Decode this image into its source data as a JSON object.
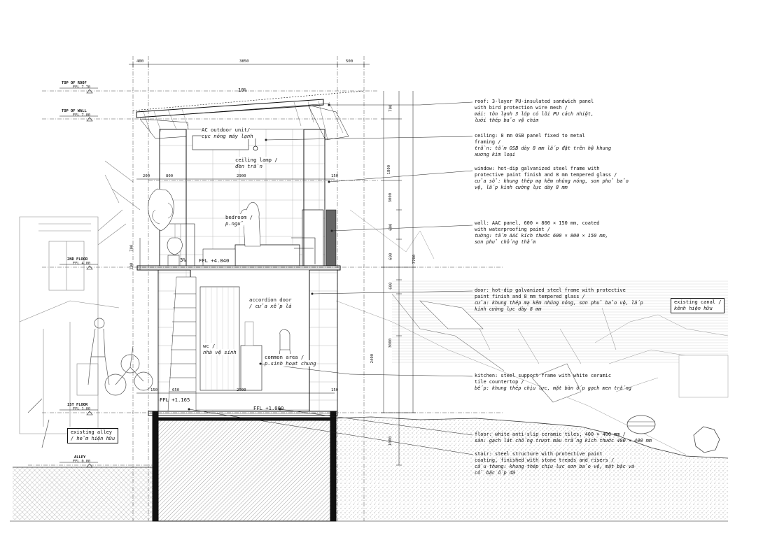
{
  "dims_top": {
    "left": "400",
    "mid": "3850",
    "right": "500"
  },
  "roof_slope": "10%",
  "levels": {
    "top_roof": {
      "name": "TOP OF ROOF",
      "ffl": "FFL 7.70"
    },
    "top_wall": {
      "name": "TOP OF WALL",
      "ffl": "FFL 7.00"
    },
    "second_floor": {
      "name": "2ND FLOOR",
      "ffl": "FFL 4.00"
    },
    "first_floor": {
      "name": "1ST FLOOR",
      "ffl": "FFL 1.00"
    },
    "alley": {
      "name": "ALLEY",
      "ffl": "FFL 0.00"
    }
  },
  "dims_right": {
    "a": "700",
    "b": "1800",
    "c": "3000",
    "d": "600",
    "e": "600",
    "f": "600",
    "g": "7700",
    "h": "3000",
    "i": "2400",
    "j": "1000"
  },
  "dims_inner": {
    "d200": "200",
    "d800": "800",
    "d2900a": "2900",
    "d150a": "150",
    "d700": "700",
    "d100": "100",
    "d150b": "150",
    "d650": "650",
    "d2900b": "2900",
    "d150c": "150"
  },
  "slope_3": "3%",
  "ffl_marks": {
    "upper": "FFL +4.040",
    "mid": "FFL +1.165",
    "lower": "FFL +1.000"
  },
  "room_labels": {
    "ac": {
      "en": "AC outdoor unit/",
      "vi": "cục nóng máy lạnh"
    },
    "lamp": {
      "en": "ceiling lamp /",
      "vi": "đèn trần"
    },
    "bedroom": {
      "en": "bedroom /",
      "vi": "p.ngủ"
    },
    "accordion": {
      "en": "accordion door",
      "vi": "/ cửa xếp lá"
    },
    "wc": {
      "en": "wc /",
      "vi": "nhà vệ sinh"
    },
    "common": {
      "en": "common area /",
      "vi": "p.sinh hoạt chung"
    }
  },
  "boxes": {
    "alley": {
      "en": "existing alley",
      "vi": "/ hẻm hiện hữu"
    },
    "canal": {
      "en": "existing canal /",
      "vi": "kênh hiện hữu"
    }
  },
  "notes": [
    {
      "en": "roof: 3-layer PU-insulated sandwich panel",
      "en2": "with bird protection wire mesh /",
      "vi": "mái: tôn lạnh 3 lớp có lõi PU cách nhiệt,",
      "vi2": "lưới thép bảo vệ chim"
    },
    {
      "en": "ceiling: 8 mm OSB panel fixed to metal",
      "en2": "framing /",
      "vi": "trần: tấm OSB dày 8 mm lắp đặt trên hệ khung",
      "vi2": "xương kim loại"
    },
    {
      "en": "window: hot-dip galvanized steel frame with",
      "en2": "protective paint finish and 8 mm tempered glass /",
      "vi": "cửa sổ: khung thép mạ kẽm nhúng nóng, sơn phủ bảo",
      "vi2": "vệ, lắp kính cường lực dày 8 mm"
    },
    {
      "en": "wall: AAC panel, 600 × 800 × 150 mm, coated",
      "en2": "with waterproofing paint /",
      "vi": "tường: tấm AAC kích thước 600 × 800 × 150 mm,",
      "vi2": "sơn phủ chống thấm"
    },
    {
      "en": "door: hot-dip galvanized steel frame with protective",
      "en2": "paint finish and 8 mm tempered glass /",
      "vi": "cửa: khung thép mạ kẽm nhúng nóng, sơn phủ bảo vệ, lắp",
      "vi2": "kính cường lực dày 8 mm"
    },
    {
      "en": "kitchen: steel support frame with white ceramic",
      "en2": "tile countertop /",
      "vi": "bếp: khung thép chịu lực, mặt bàn ốp gạch men trắng",
      "vi2": ""
    },
    {
      "en": "floor: white anti-slip ceramic tiles, 400 × 400 mm /",
      "en2": "",
      "vi": "sàn: gạch lát chống trượt màu trắng kích thước 400 × 400 mm",
      "vi2": ""
    },
    {
      "en": "stair: steel structure with protective paint",
      "en2": "coating, finished with stone treads and risers /",
      "vi": "cầu thang: khung thép chịu lực sơn bảo vệ, mặt bậc và",
      "vi2": "cổ bậc ốp đá"
    }
  ]
}
